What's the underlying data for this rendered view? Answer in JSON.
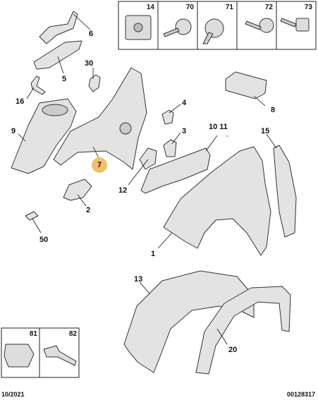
{
  "callouts": {
    "c1": "1",
    "c2": "2",
    "c4": "4",
    "c3": "3",
    "c5": "5",
    "c6": "6",
    "c7": "7",
    "c8": "8",
    "c9": "9",
    "c10_11": "10 11",
    "c12": "12",
    "c13": "13",
    "c15": "15",
    "c16": "16",
    "c20": "20",
    "c30": "30",
    "c50": "50"
  },
  "fastener_boxes": [
    "14",
    "70",
    "71",
    "72",
    "73"
  ],
  "clip_boxes": [
    "81",
    "82"
  ],
  "footer": {
    "date": "10/2021",
    "ref": "00128317"
  },
  "colors": {
    "highlight": "#f2c06a",
    "part_fill": "#e3e3e3",
    "outline": "#333333"
  }
}
